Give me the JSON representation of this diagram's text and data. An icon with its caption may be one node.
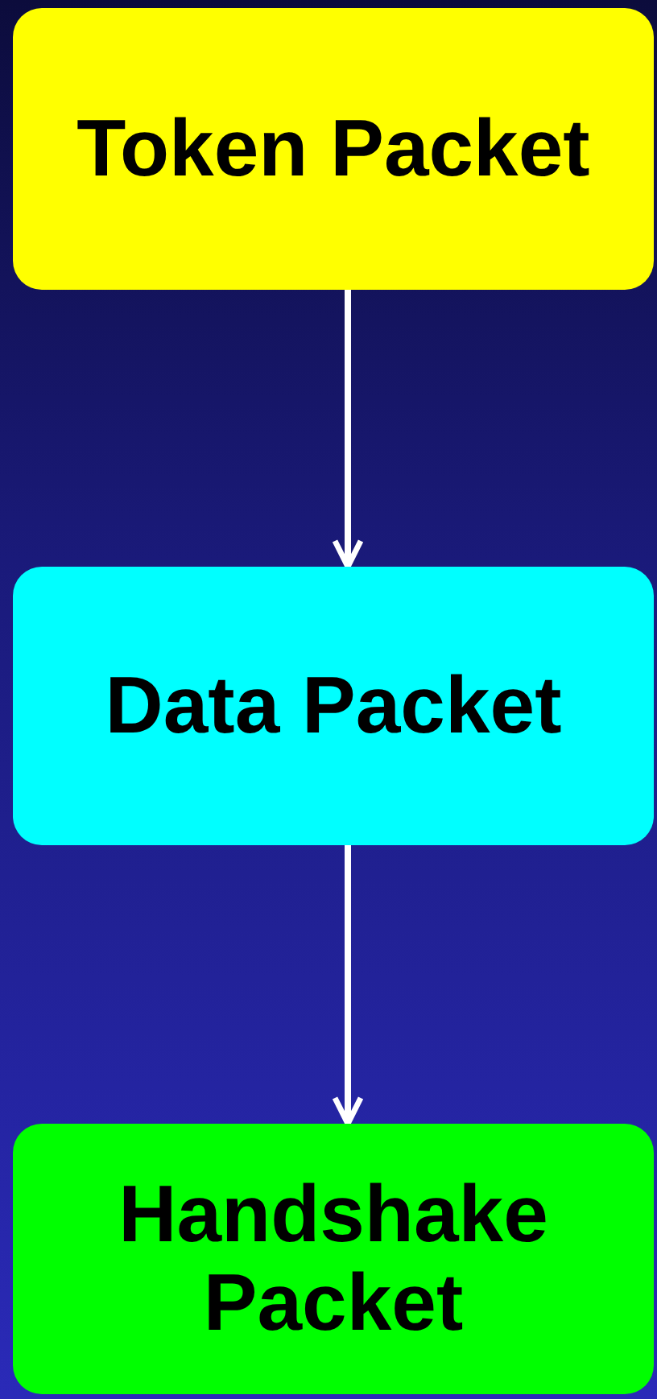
{
  "diagram": {
    "nodes": [
      {
        "text": [
          "Token Packet"
        ]
      },
      {
        "text": [
          "Data Packet"
        ]
      },
      {
        "text": [
          "Handshake Packet"
        ]
      }
    ],
    "edges": [
      {
        "from": 0,
        "to": 1,
        "arrow": "to"
      },
      {
        "from": 1,
        "to": 2,
        "arrow": "to"
      }
    ]
  }
}
